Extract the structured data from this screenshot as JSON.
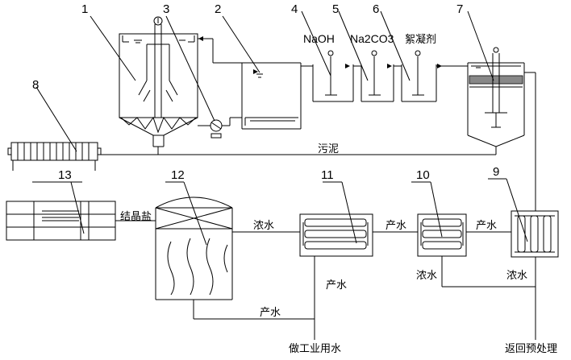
{
  "numbers": [
    "1",
    "2",
    "3",
    "4",
    "5",
    "6",
    "7",
    "8",
    "9",
    "10",
    "11",
    "12",
    "13"
  ],
  "chemicals": {
    "naoh": "NaOH",
    "na2co3": "Na2CO3",
    "flocculant": "絮凝剂"
  },
  "labels": {
    "sludge": "污泥",
    "crystal_salt": "结晶盐",
    "conc_12_11": "浓水",
    "prod_11_10": "产水",
    "prod_10_9": "产水",
    "conc_10": "浓水",
    "conc_9": "浓水",
    "prod_11_down": "产水",
    "prod_12_down": "产水",
    "industrial_water": "做工业用水",
    "return_pretreat": "返回预处理"
  }
}
